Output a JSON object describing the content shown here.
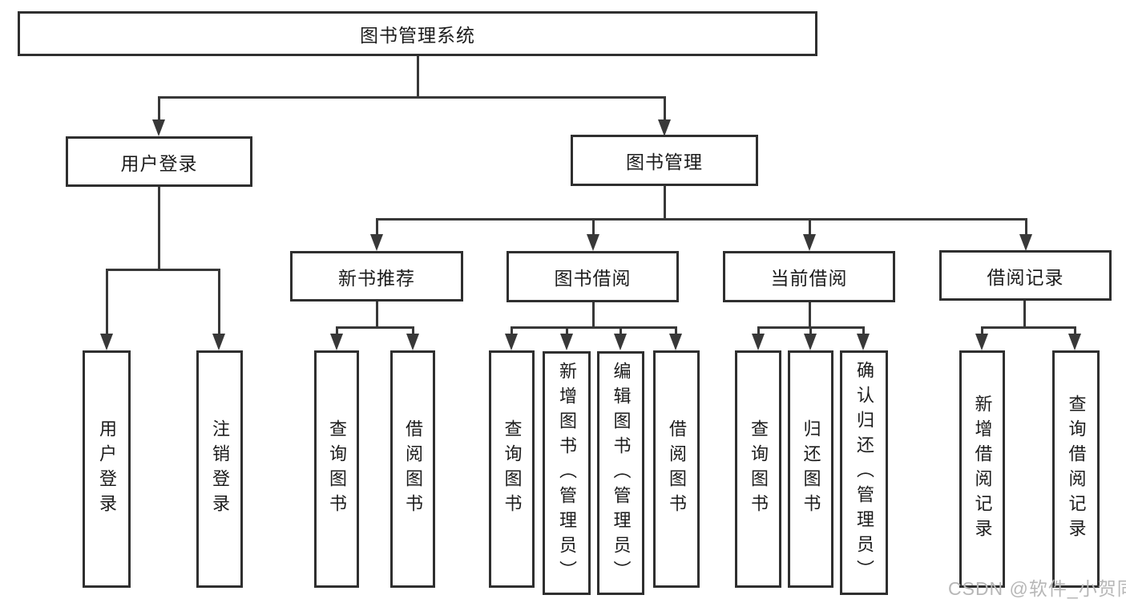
{
  "diagram": {
    "root_label": "图书管理系统",
    "user_login": {
      "label": "用户登录",
      "children": [
        "用户登录",
        "注销登录"
      ]
    },
    "book_mgmt": {
      "label": "图书管理"
    },
    "new_books": {
      "label": "新书推荐",
      "children": [
        "查询图书",
        "借阅图书"
      ]
    },
    "borrowing": {
      "label": "图书借阅",
      "children": [
        "查询图书",
        "新增图书（管理员）",
        "编辑图书（管理员）",
        "借阅图书"
      ]
    },
    "current_borrow": {
      "label": "当前借阅",
      "children": [
        "查询图书",
        "归还图书",
        "确认归还（管理员）"
      ]
    },
    "borrow_records": {
      "label": "借阅记录",
      "children": [
        "新增借阅记录",
        "查询借阅记录"
      ]
    },
    "watermark": "CSDN @软件_小贺同学",
    "colors": {
      "line": "#383838",
      "box_border": "#2f2f2f",
      "text": "#1c1c1c",
      "watermark_text": "#b7b7b7",
      "background": "#ffffff"
    }
  }
}
